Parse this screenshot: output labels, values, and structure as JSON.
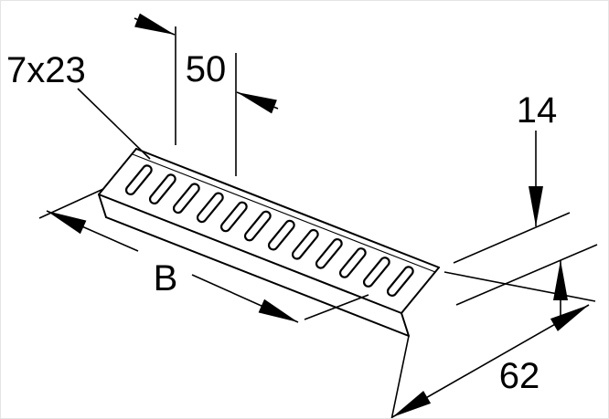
{
  "drawing": {
    "type": "technical-dimension-drawing",
    "subject": "slotted-angle-profile",
    "labels": {
      "slot_size": "7x23",
      "slot_spacing": "50",
      "length": "B",
      "flange_height": "14",
      "width": "62"
    },
    "slot_count": 12,
    "colors": {
      "line": "#000000",
      "background": "#ffffff"
    }
  }
}
